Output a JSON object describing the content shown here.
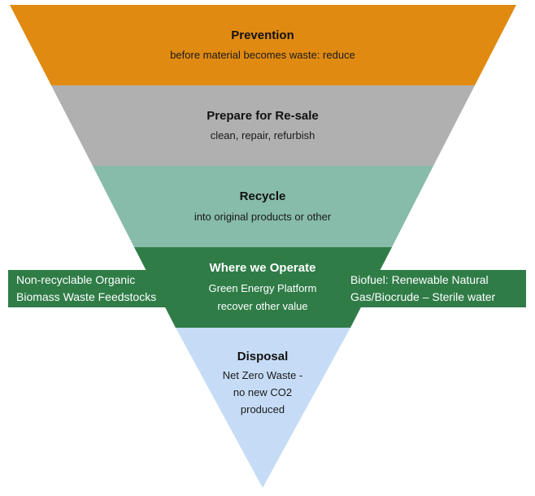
{
  "colors": {
    "prevention": "#E08A12",
    "resale": "#B0B0B0",
    "recycle": "#87BBAA",
    "operate": "#2F7C47",
    "disposal": "#C6DCF6"
  },
  "tiers": {
    "prevention": {
      "title": "Prevention",
      "subtitle": "before material becomes waste: reduce"
    },
    "resale": {
      "title": "Prepare for Re-sale",
      "subtitle": "clean, repair, refurbish"
    },
    "recycle": {
      "title": "Recycle",
      "subtitle": "into original products or other"
    },
    "operate": {
      "title": "Where we Operate",
      "line1": "Green Energy Platform",
      "line2": "recover other value"
    },
    "disposal": {
      "title": "Disposal",
      "line1": "Net Zero Waste -",
      "line2": "no new CO2",
      "line3": "produced"
    }
  },
  "side_labels": {
    "input_line1": "Non-recyclable Organic",
    "input_line2": "Biomass Waste Feedstocks",
    "output_line1": "Biofuel: Renewable Natural",
    "output_line2": "Gas/Biocrude – Sterile water"
  }
}
